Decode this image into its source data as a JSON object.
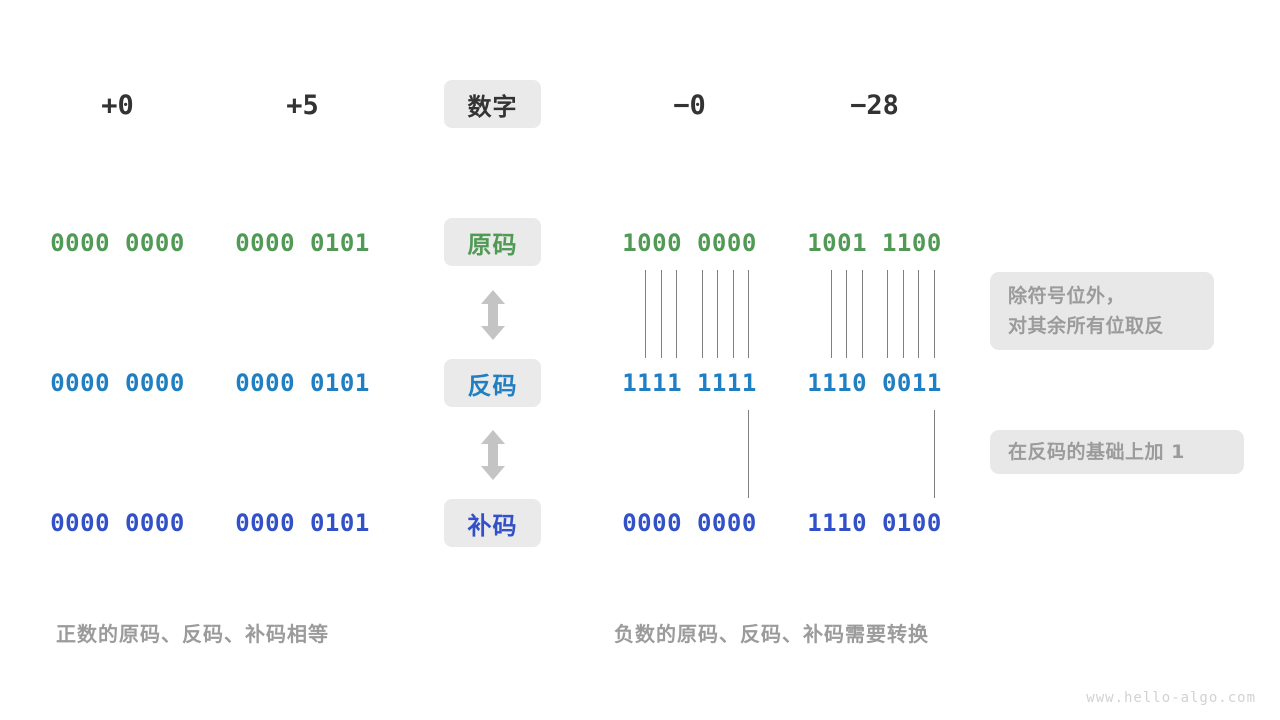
{
  "meta": {
    "watermark": "www.hello-algo.com",
    "bg_color": "#ffffff",
    "badge_bg": "#eaeaea",
    "callout_bg": "#e8e8e8",
    "muted_color": "#9b9b9b",
    "line_color": "#808080"
  },
  "colors": {
    "sign_magnitude": "#509a55",
    "ones_complement": "#1f7fc2",
    "twos_complement": "#3250c8",
    "header": "#333333"
  },
  "header": {
    "row_label": "数字",
    "columns": [
      "+0",
      "+5",
      "−0",
      "−28"
    ]
  },
  "rows": [
    {
      "label": "原码",
      "color_key": "sign_magnitude",
      "values": [
        "0000 0000",
        "0000 0101",
        "1000 0000",
        "1001 1100"
      ]
    },
    {
      "label": "反码",
      "color_key": "ones_complement",
      "values": [
        "0000 0000",
        "0000 0101",
        "1111 1111",
        "1110 0011"
      ]
    },
    {
      "label": "补码",
      "color_key": "twos_complement",
      "values": [
        "0000 0000",
        "0000 0101",
        "0000 0000",
        "1110 0100"
      ]
    }
  ],
  "callouts": [
    {
      "lines": [
        "除符号位外，",
        "对其余所有位取反"
      ]
    },
    {
      "lines": [
        "在反码的基础上加 1"
      ]
    }
  ],
  "captions": {
    "positive": "正数的原码、反码、补码相等",
    "negative": "负数的原码、反码、补码需要转换"
  },
  "arrows": {
    "icon": "double-arrow-vertical",
    "color": "#c4c4c4"
  }
}
